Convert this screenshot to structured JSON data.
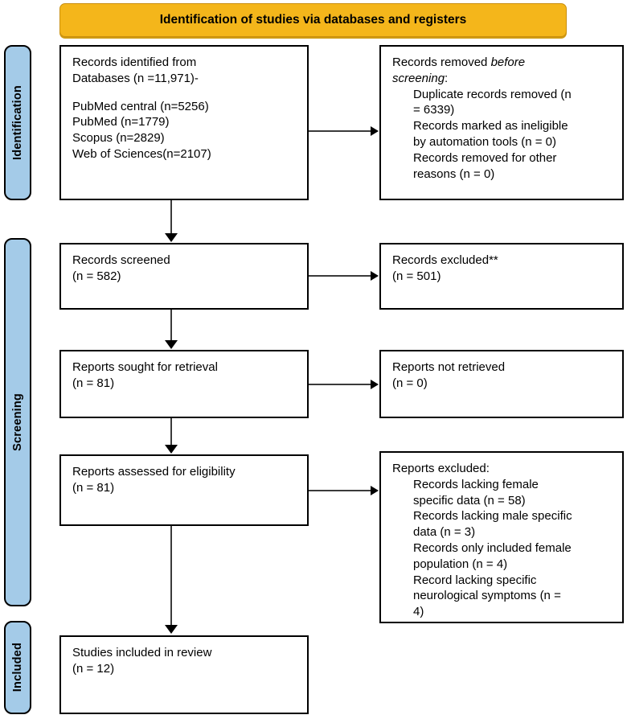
{
  "banner": {
    "title": "Identification of studies via databases and registers"
  },
  "colors": {
    "banner_background": "#F4B61B",
    "stage_label_background": "#A4CBE8",
    "box_border": "#000000",
    "connector": "#3b3b3b",
    "text": "#000000"
  },
  "stages": [
    {
      "id": "identification",
      "label": "Identification"
    },
    {
      "id": "screening",
      "label": "Screening"
    },
    {
      "id": "included",
      "label": "Included"
    }
  ],
  "boxes": {
    "identified": {
      "lines": [
        "Records identified from",
        "Databases (n =11,971)-",
        "PubMed central (n=5256)",
        "PubMed (n=1779)",
        "Scopus (n=2829)",
        "Web of Sciences(n=2107)"
      ]
    },
    "removed": {
      "heading_prefix": "Records removed ",
      "heading_italic_1": "before",
      "heading_italic_2": "screening",
      "heading_suffix": ":",
      "items": [
        "Duplicate records removed (n",
        "= 6339)",
        "Records marked as ineligible",
        "by automation tools (n = 0)",
        "Records removed for other",
        "reasons (n = 0)"
      ]
    },
    "screened": {
      "lines": [
        "Records screened",
        "(n = 582)"
      ]
    },
    "excluded": {
      "lines": [
        "Records excluded**",
        "(n = 501)"
      ]
    },
    "sought": {
      "lines": [
        "Reports sought for retrieval",
        "(n = 81)"
      ]
    },
    "not_retrieved": {
      "lines": [
        "Reports not retrieved",
        "(n = 0)"
      ]
    },
    "assessed": {
      "lines": [
        "Reports assessed for eligibility",
        "(n = 81)"
      ]
    },
    "reports_excluded": {
      "heading": "Reports excluded:",
      "items": [
        "Records lacking female",
        "specific data (n = 58)",
        "Records lacking male specific",
        "data (n = 3)",
        "Records only included female",
        "population (n = 4)",
        "Record lacking specific",
        "neurological symptoms (n =",
        "4)"
      ]
    },
    "included": {
      "lines": [
        "Studies included in review",
        "(n = 12)"
      ]
    }
  },
  "chart_data": {
    "type": "diagram",
    "title": "Identification of studies via databases and registers",
    "nodes": [
      {
        "stage": "Identification",
        "label": "Records identified from Databases",
        "n": 11971,
        "breakdown": [
          {
            "source": "PubMed central",
            "n": 5256
          },
          {
            "source": "PubMed",
            "n": 1779
          },
          {
            "source": "Scopus",
            "n": 2829
          },
          {
            "source": "Web of Sciences",
            "n": 2107
          }
        ]
      },
      {
        "stage": "Identification",
        "label": "Records removed before screening",
        "breakdown": [
          {
            "reason": "Duplicate records removed",
            "n": 6339
          },
          {
            "reason": "Records marked as ineligible by automation tools",
            "n": 0
          },
          {
            "reason": "Records removed for other reasons",
            "n": 0
          }
        ]
      },
      {
        "stage": "Screening",
        "label": "Records screened",
        "n": 582
      },
      {
        "stage": "Screening",
        "label": "Records excluded**",
        "n": 501
      },
      {
        "stage": "Screening",
        "label": "Reports sought for retrieval",
        "n": 81
      },
      {
        "stage": "Screening",
        "label": "Reports not retrieved",
        "n": 0
      },
      {
        "stage": "Screening",
        "label": "Reports assessed for eligibility",
        "n": 81
      },
      {
        "stage": "Screening",
        "label": "Reports excluded",
        "breakdown": [
          {
            "reason": "Records lacking female specific data",
            "n": 58
          },
          {
            "reason": "Records lacking male specific data",
            "n": 3
          },
          {
            "reason": "Records only included female population",
            "n": 4
          },
          {
            "reason": "Record lacking specific neurological symptoms",
            "n": 4
          }
        ]
      },
      {
        "stage": "Included",
        "label": "Studies included in review",
        "n": 12
      }
    ]
  }
}
